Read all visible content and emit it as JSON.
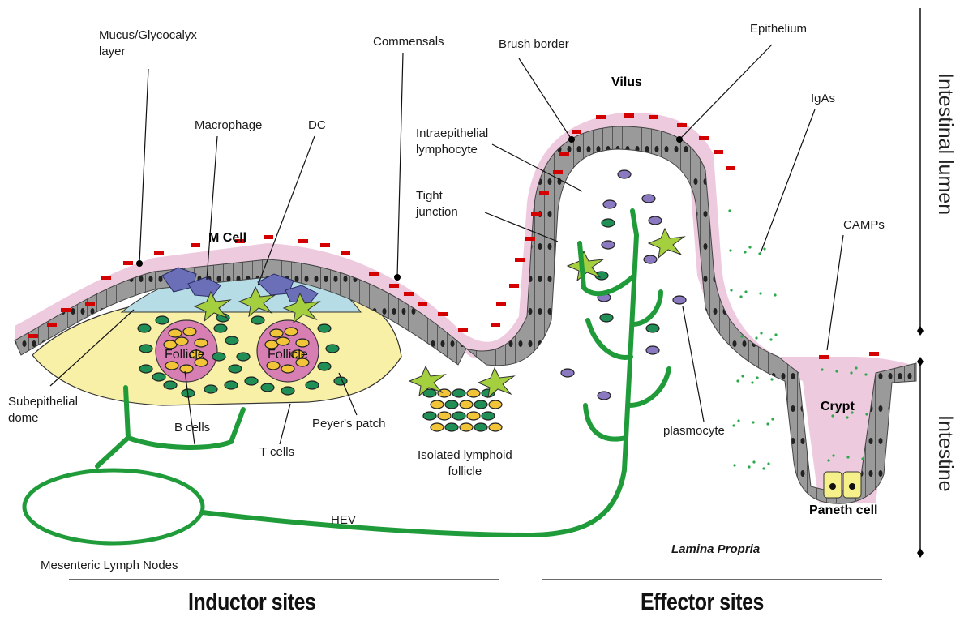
{
  "labels": {
    "mucus": "Mucus/Glycocalyx\nlayer",
    "commensals": "Commensals",
    "brush_border": "Brush border",
    "epithelium": "Epithelium",
    "vilus": "Vilus",
    "macrophage": "Macrophage",
    "dc": "DC",
    "iel": "Intraepithelial\nlymphocyte",
    "igas": "IgAs",
    "tight_junction": "Tight\njunction",
    "camps": "CAMPs",
    "m_cell": "M Cell",
    "follicle_1": "Follicle",
    "follicle_2": "Follicle",
    "subepithelial_dome": "Subepithelial\ndome",
    "b_cells": "B cells",
    "t_cells": "T cells",
    "peyers_patch": "Peyer's patch",
    "isolated_follicle": "Isolated lymphoid\nfollicle",
    "plasmocyte": "plasmocyte",
    "crypt": "Crypt",
    "paneth": "Paneth cell",
    "hev": "HEV",
    "lamina_propria": "Lamina Propria",
    "mln": "Mesenteric Lymph Nodes",
    "inductor": "Inductor sites",
    "effector": "Effector sites",
    "intestinal_lumen": "Intestinal lumen",
    "intestine": "Intestine"
  },
  "colors": {
    "epithelium_cell": "#8a8a8a",
    "mucus": "#e9bcd6",
    "dome": "#b6dde6",
    "peyers": "#f8f0a6",
    "follicle": "#d77fb2",
    "vessel": "#1f9b3a",
    "b_cell": "#f2c438",
    "t_cell": "#1f8f55",
    "dc": "#9cc83a",
    "commensal": "#d40000",
    "macrophage": "#6a6fb8"
  }
}
